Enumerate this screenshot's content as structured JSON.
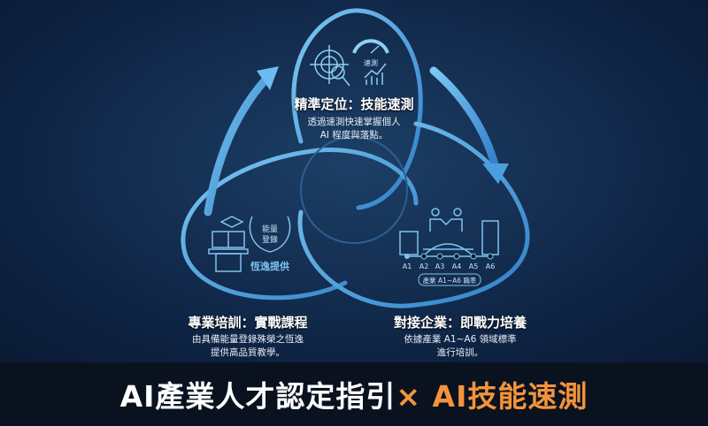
{
  "top": {
    "title": "精準定位：技能速測",
    "lines": [
      "透過速測快速掌握個人",
      "AI 程度與落點。"
    ],
    "icon_label": "速測",
    "icons": [
      "target-brain-icon",
      "speedometer-icon",
      "growth-chart-icon"
    ]
  },
  "left": {
    "title": "專業培訓：實戰課程",
    "lines": [
      "由具備能量登錄殊榮之恆逸",
      "提供高品質教學。"
    ],
    "badge": "能量\n登錄",
    "badge_lines": [
      "能量",
      "登錄"
    ],
    "provider": "恆逸提供",
    "icons": [
      "graduation-book-icon",
      "laurel-badge-icon"
    ]
  },
  "right": {
    "title": "對接企業：即戰力培養",
    "lines": [
      "依據產業 A1~A6 領域標準",
      "進行培訓。"
    ],
    "levels": [
      "A1",
      "A2",
      "A3",
      "A4",
      "A5",
      "A6"
    ],
    "standard_label": "產業 A1~A6 職準",
    "icons": [
      "handshake-icon",
      "bridge-icon",
      "building-icon"
    ]
  },
  "banner": {
    "main": "AI產業人才認定指引",
    "accent": "× AI技能速測"
  },
  "colors": {
    "accent": "#f3943a",
    "loop": "#4aa3e0",
    "background": "#142f52"
  }
}
